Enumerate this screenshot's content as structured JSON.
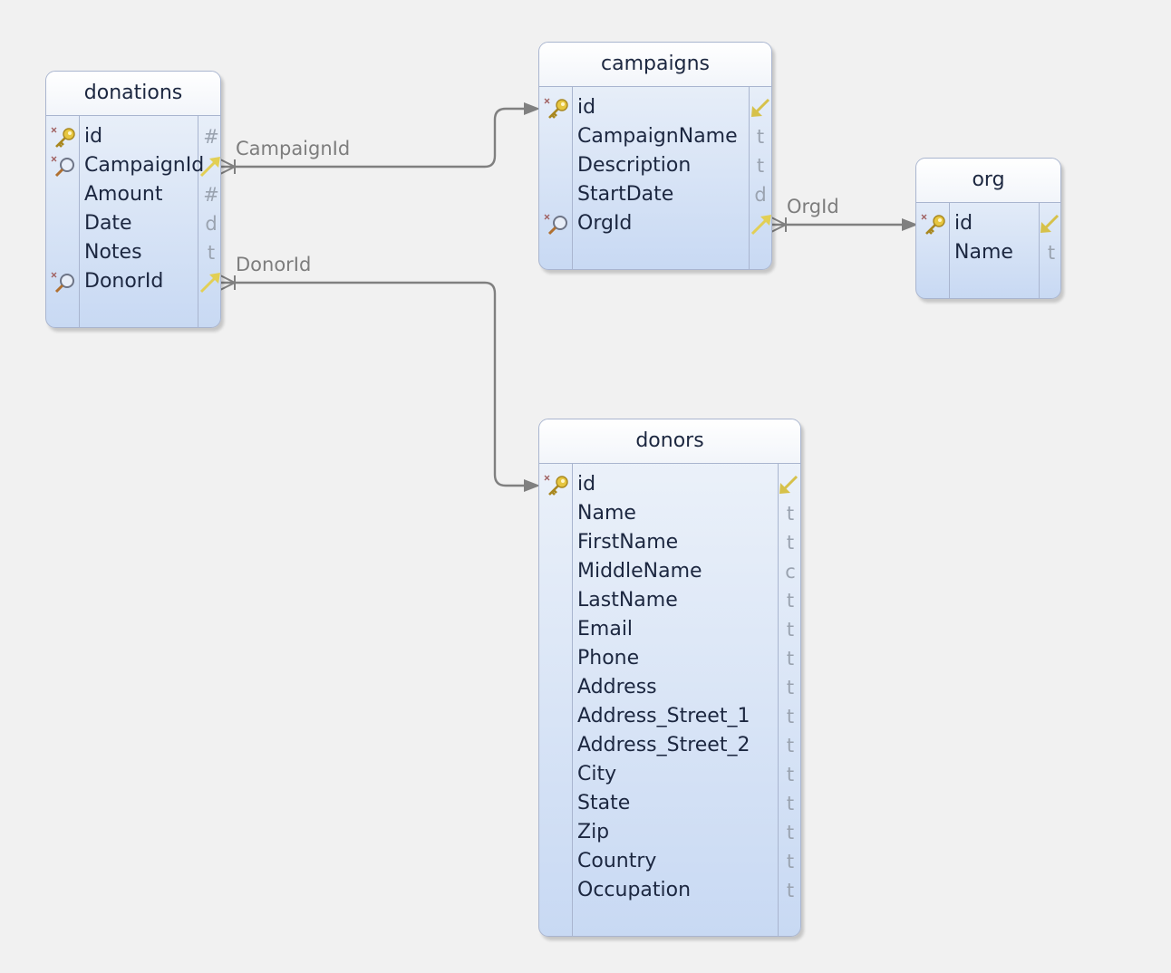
{
  "entities": {
    "donations": {
      "title": "donations",
      "fields": [
        {
          "name": "id",
          "type": "#"
        },
        {
          "name": "CampaignId",
          "type": ""
        },
        {
          "name": "Amount",
          "type": "#"
        },
        {
          "name": "Date",
          "type": "d"
        },
        {
          "name": "Notes",
          "type": "t"
        },
        {
          "name": "DonorId",
          "type": ""
        }
      ]
    },
    "campaigns": {
      "title": "campaigns",
      "fields": [
        {
          "name": "id",
          "type": ""
        },
        {
          "name": "CampaignName",
          "type": "t"
        },
        {
          "name": "Description",
          "type": "t"
        },
        {
          "name": "StartDate",
          "type": "d"
        },
        {
          "name": "OrgId",
          "type": ""
        }
      ]
    },
    "org": {
      "title": "org",
      "fields": [
        {
          "name": "id",
          "type": ""
        },
        {
          "name": "Name",
          "type": "t"
        }
      ]
    },
    "donors": {
      "title": "donors",
      "fields": [
        {
          "name": "id",
          "type": ""
        },
        {
          "name": "Name",
          "type": "t"
        },
        {
          "name": "FirstName",
          "type": "t"
        },
        {
          "name": "MiddleName",
          "type": "c"
        },
        {
          "name": "LastName",
          "type": "t"
        },
        {
          "name": "Email",
          "type": "t"
        },
        {
          "name": "Phone",
          "type": "t"
        },
        {
          "name": "Address",
          "type": "t"
        },
        {
          "name": "Address_Street_1",
          "type": "t"
        },
        {
          "name": "Address_Street_2",
          "type": "t"
        },
        {
          "name": "City",
          "type": "t"
        },
        {
          "name": "State",
          "type": "t"
        },
        {
          "name": "Zip",
          "type": "t"
        },
        {
          "name": "Country",
          "type": "t"
        },
        {
          "name": "Occupation",
          "type": "t"
        }
      ]
    }
  },
  "relationships": [
    {
      "label": "CampaignId",
      "from": "donations.CampaignId",
      "to": "campaigns.id"
    },
    {
      "label": "DonorId",
      "from": "donations.DonorId",
      "to": "donors.id"
    },
    {
      "label": "OrgId",
      "from": "campaigns.OrgId",
      "to": "org.id"
    }
  ],
  "colors": {
    "background": "#f1f1f1",
    "entity_border": "#a9b5cf",
    "connector": "#808080",
    "key_gold": "#d9b739",
    "fk_arrow": "#e2cf55"
  }
}
